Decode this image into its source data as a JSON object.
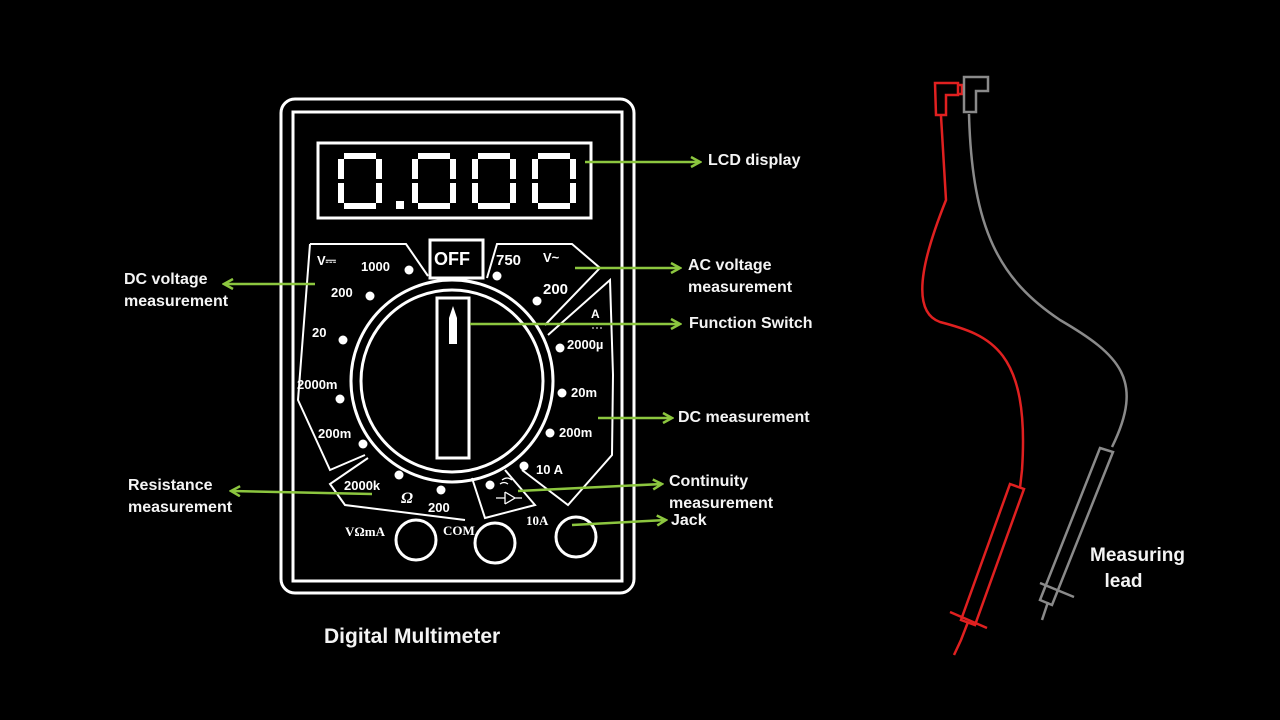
{
  "title": "Digital Multimeter",
  "lcd_reading": "0.000",
  "dial": {
    "off_label": "OFF",
    "dcv_symbol": "V⎓",
    "dcv_ranges": [
      "1000",
      "200",
      "20",
      "2000m",
      "200m"
    ],
    "acv_symbol": "V~",
    "acv_ranges": [
      "750",
      "200"
    ],
    "dca_symbol": "A",
    "dca_ranges": [
      "2000µ",
      "20m",
      "200m",
      "10 A"
    ],
    "ohm_symbol": "Ω",
    "ohm_ranges": [
      "2000k",
      "200"
    ],
    "continuity_icon": "diode-buzzer-icon"
  },
  "jacks": {
    "vohm_ma": "VΩmA",
    "com": "COM",
    "ten_a": "10A"
  },
  "annotations": {
    "lcd": "LCD display",
    "ac_voltage": [
      "AC voltage",
      "measurement"
    ],
    "function_switch": "Function Switch",
    "dc_measurement": "DC measurement",
    "continuity": [
      "Continuity",
      "measurement"
    ],
    "jack": "Jack",
    "dc_voltage": [
      "DC voltage",
      "measurement"
    ],
    "resistance": [
      "Resistance",
      "measurement"
    ],
    "measuring_lead": [
      "Measuring",
      "lead"
    ]
  },
  "colors": {
    "arrow": "#8cc63f",
    "red_lead": "#e02020",
    "black_lead": "#8a8a8a",
    "outline": "#ffffff"
  }
}
